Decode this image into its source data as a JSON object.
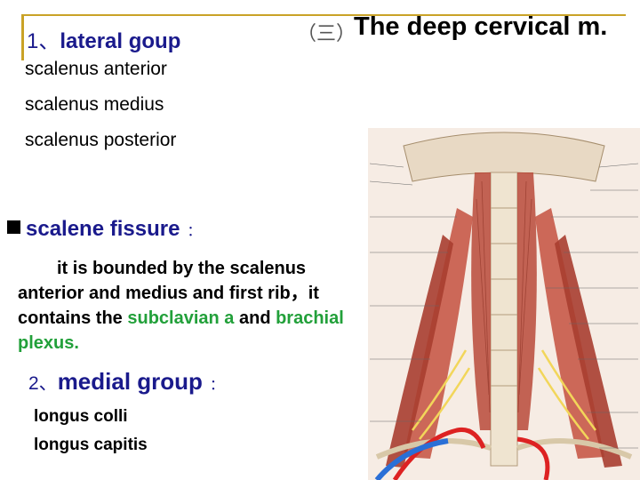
{
  "slide": {
    "title_prefix": "（三）",
    "title": "The deep cervical m.",
    "lateral": {
      "number": "1、",
      "heading": "lateral goup",
      "items": [
        "scalenus anterior",
        "scalenus medius",
        "scalenus posterior"
      ]
    },
    "fissure": {
      "heading": "scalene fissure",
      "colon": "：",
      "text_1": "it is bounded by the scalenus anterior and medius and first rib，it contains the ",
      "highlight_1": "subclavian a",
      "text_2": " and ",
      "highlight_2": "brachial plexus."
    },
    "medial": {
      "number": "2、",
      "heading": "medial group",
      "colon": "：",
      "items": [
        "longus colli",
        "longus capitis"
      ]
    },
    "colors": {
      "heading": "#1a1a8c",
      "highlight": "#22a03a",
      "accent_bar": "#c9a227",
      "muscle": "#b84a3a"
    },
    "illustration": {
      "icon": "neck-muscle-anatomy-illustration"
    }
  }
}
